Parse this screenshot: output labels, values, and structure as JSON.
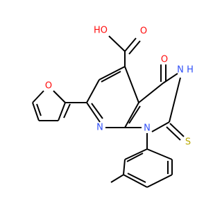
{
  "molecule": {
    "atom_labels": {
      "carboxyl_hydroxyl": "HO",
      "carboxyl_carbonyl_o": "O",
      "ketone_o": "O",
      "nh": "N",
      "nh_h": "H",
      "thione_s": "S",
      "n1": "N",
      "pyridine_n": "N",
      "furan_o": "O"
    },
    "colors": {
      "bond": "#000000",
      "oxygen": "#ff0d0d",
      "nitrogen": "#3050f8",
      "sulfur": "#b8a800"
    }
  }
}
